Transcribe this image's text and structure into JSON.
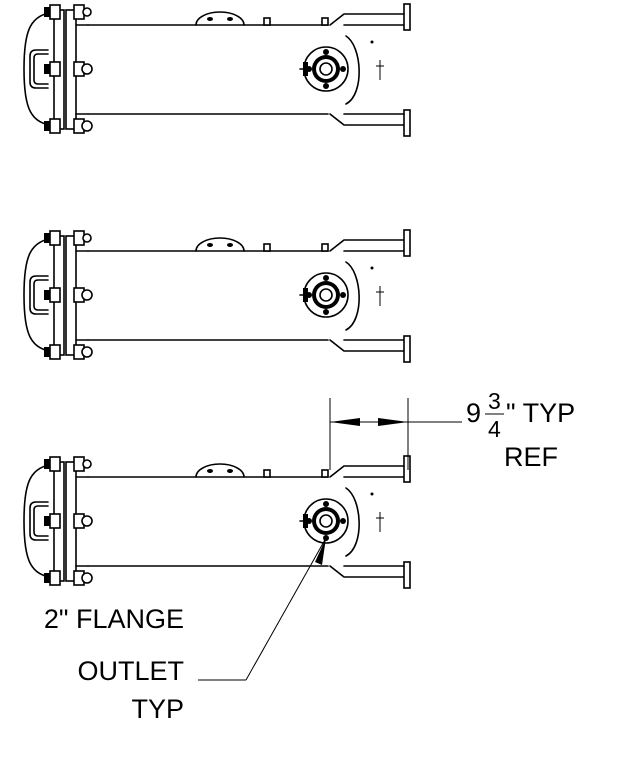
{
  "dimension": {
    "whole": "9",
    "numerator": "3",
    "denominator": "4",
    "suffix": "\" TYP",
    "line2": "REF"
  },
  "callout": {
    "line1": "2\" FLANGE",
    "line2": "OUTLET",
    "line3": "TYP"
  },
  "units": [
    "top",
    "middle",
    "bottom"
  ]
}
